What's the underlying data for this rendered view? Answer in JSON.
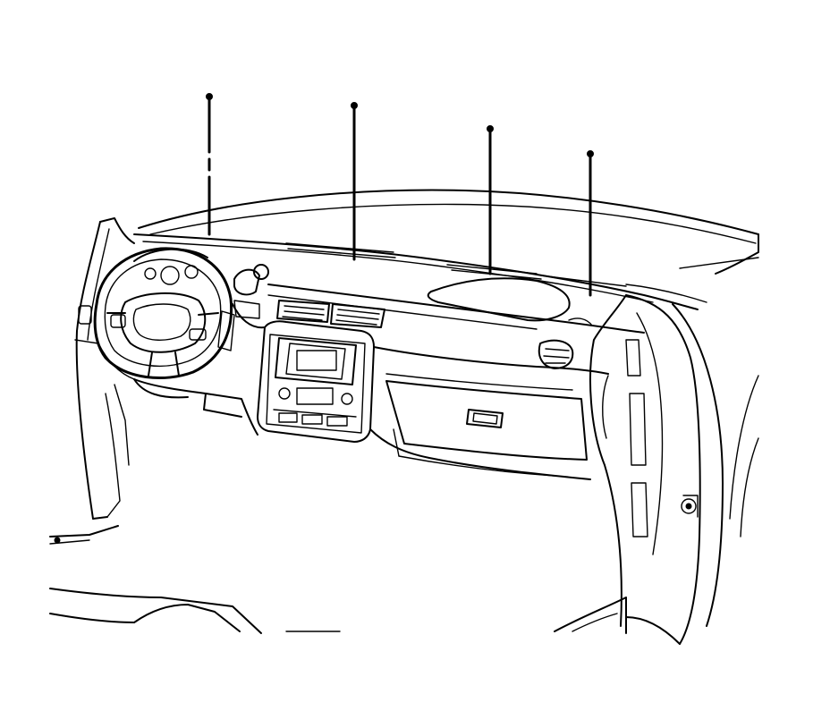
{
  "diagram": {
    "subject": "instrument-panel-assembly",
    "line_color": "#000000",
    "background_color": "#ffffff",
    "fasteners": [
      {
        "name": "fastener-1",
        "icon": "bolt-icon"
      },
      {
        "name": "fastener-2",
        "icon": "bolt-icon"
      },
      {
        "name": "fastener-3",
        "icon": "bolt-icon"
      },
      {
        "name": "fastener-4",
        "icon": "bolt-icon"
      }
    ]
  }
}
